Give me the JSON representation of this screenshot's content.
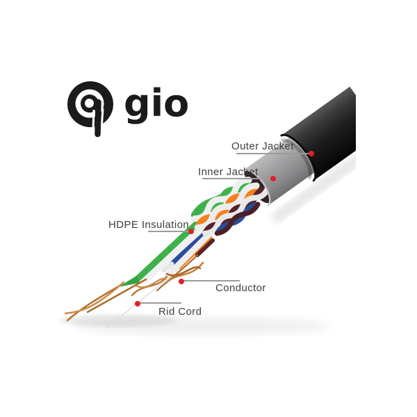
{
  "brand": {
    "name": "gio"
  },
  "diagram": {
    "labels": {
      "outer_jacket": "Outer Jacket",
      "inner_jacket": "Inner Jacket",
      "hdpe_insulation": "HDPE Insulation",
      "conductor": "Conductor",
      "rid_cord": "Rid Cord"
    },
    "marker_color": "#e0202a",
    "leader_line_color": "#9b9b9b",
    "label_text_color": "#3d3d3d",
    "part_colors": {
      "outer_jacket": "#1a1a1a",
      "inner_jacket": "#98989a",
      "insulation_green": "#3fb14a",
      "insulation_orange": "#f5801d",
      "insulation_white": "#efefef",
      "insulation_brown": "#572329",
      "insulation_blue": "#2a4e9e",
      "conductor_copper": "#b5722f",
      "rid_cord": "#dcdcdc"
    }
  }
}
